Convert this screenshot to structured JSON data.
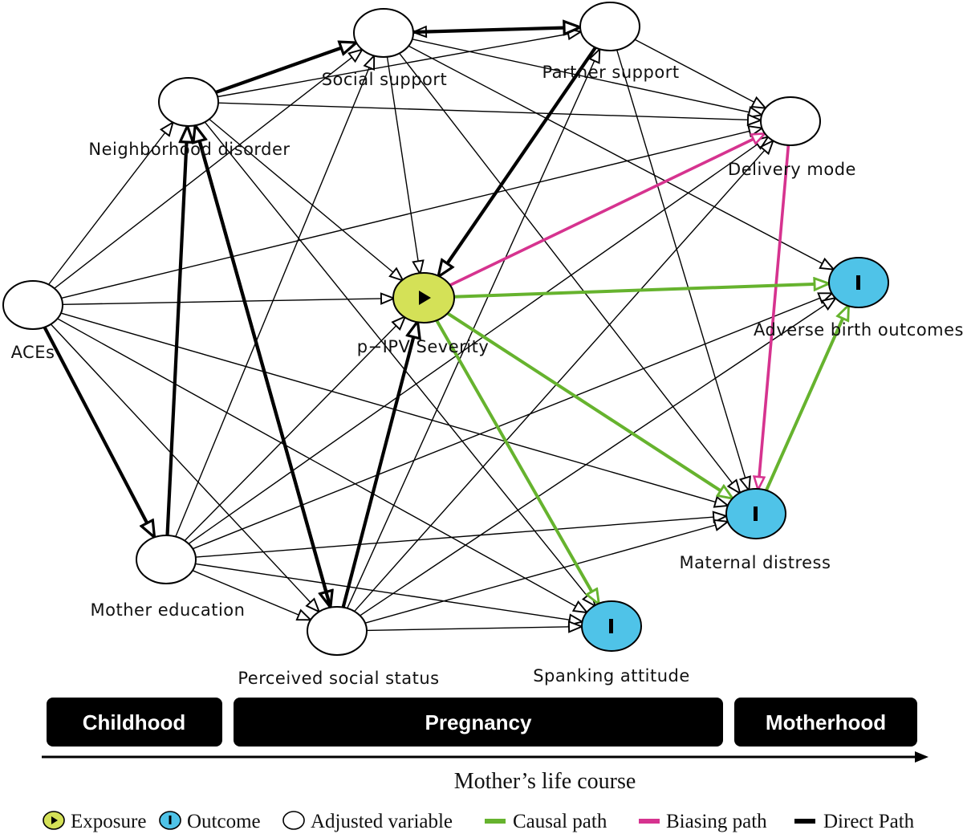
{
  "colors": {
    "exposure": "#d4e157",
    "outcome": "#4fc3e8",
    "adjusted": "#ffffff",
    "causal": "#66b32e",
    "biasing": "#d6338f",
    "direct": "#000000",
    "phase_bg": "#000000"
  },
  "nodes": [
    {
      "id": "social",
      "label": "Social support",
      "kind": "adjusted"
    },
    {
      "id": "partner",
      "label": "Partner support",
      "kind": "adjusted"
    },
    {
      "id": "neighborhood",
      "label": "Neighborhood disorder",
      "kind": "adjusted"
    },
    {
      "id": "delivery",
      "label": "Delivery mode",
      "kind": "adjusted"
    },
    {
      "id": "aces",
      "label": "ACEs",
      "kind": "adjusted"
    },
    {
      "id": "pipv",
      "label": "p−IPV Severity",
      "kind": "exposure"
    },
    {
      "id": "adverse",
      "label": "Adverse birth outcomes",
      "kind": "outcome"
    },
    {
      "id": "maternal",
      "label": "Maternal distress",
      "kind": "outcome"
    },
    {
      "id": "mothered",
      "label": "Mother education",
      "kind": "adjusted"
    },
    {
      "id": "perceived",
      "label": "Perceived social status",
      "kind": "adjusted"
    },
    {
      "id": "spanking",
      "label": "Spanking attitude",
      "kind": "outcome"
    }
  ],
  "edges": [
    {
      "from": "neighborhood",
      "to": "social",
      "type": "direct"
    },
    {
      "from": "social",
      "to": "partner",
      "type": "direct"
    },
    {
      "from": "partner",
      "to": "pipv",
      "type": "direct"
    },
    {
      "from": "aces",
      "to": "mothered",
      "type": "direct"
    },
    {
      "from": "mothered",
      "to": "neighborhood",
      "type": "direct"
    },
    {
      "from": "neighborhood",
      "to": "perceived",
      "type": "direct"
    },
    {
      "from": "perceived",
      "to": "neighborhood",
      "type": "direct"
    },
    {
      "from": "perceived",
      "to": "pipv",
      "type": "direct"
    },
    {
      "from": "pipv",
      "to": "adverse",
      "type": "causal"
    },
    {
      "from": "pipv",
      "to": "maternal",
      "type": "causal"
    },
    {
      "from": "pipv",
      "to": "spanking",
      "type": "causal"
    },
    {
      "from": "maternal",
      "to": "adverse",
      "type": "causal"
    },
    {
      "from": "pipv",
      "to": "delivery",
      "type": "biasing"
    },
    {
      "from": "delivery",
      "to": "maternal",
      "type": "biasing"
    },
    {
      "from": "social",
      "to": "pipv",
      "type": "adjusted"
    },
    {
      "from": "social",
      "to": "delivery",
      "type": "adjusted"
    },
    {
      "from": "social",
      "to": "adverse",
      "type": "adjusted"
    },
    {
      "from": "social",
      "to": "maternal",
      "type": "adjusted"
    },
    {
      "from": "partner",
      "to": "delivery",
      "type": "adjusted"
    },
    {
      "from": "partner",
      "to": "maternal",
      "type": "adjusted"
    },
    {
      "from": "partner",
      "to": "social",
      "type": "adjusted"
    },
    {
      "from": "neighborhood",
      "to": "delivery",
      "type": "adjusted"
    },
    {
      "from": "neighborhood",
      "to": "pipv",
      "type": "adjusted"
    },
    {
      "from": "neighborhood",
      "to": "spanking",
      "type": "adjusted"
    },
    {
      "from": "neighborhood",
      "to": "partner",
      "type": "adjusted"
    },
    {
      "from": "aces",
      "to": "pipv",
      "type": "adjusted"
    },
    {
      "from": "aces",
      "to": "neighborhood",
      "type": "adjusted"
    },
    {
      "from": "aces",
      "to": "social",
      "type": "adjusted"
    },
    {
      "from": "aces",
      "to": "delivery",
      "type": "adjusted"
    },
    {
      "from": "aces",
      "to": "maternal",
      "type": "adjusted"
    },
    {
      "from": "aces",
      "to": "spanking",
      "type": "adjusted"
    },
    {
      "from": "aces",
      "to": "perceived",
      "type": "adjusted"
    },
    {
      "from": "mothered",
      "to": "social",
      "type": "adjusted"
    },
    {
      "from": "mothered",
      "to": "pipv",
      "type": "adjusted"
    },
    {
      "from": "mothered",
      "to": "adverse",
      "type": "adjusted"
    },
    {
      "from": "mothered",
      "to": "maternal",
      "type": "adjusted"
    },
    {
      "from": "mothered",
      "to": "spanking",
      "type": "adjusted"
    },
    {
      "from": "mothered",
      "to": "perceived",
      "type": "adjusted"
    },
    {
      "from": "mothered",
      "to": "delivery",
      "type": "adjusted"
    },
    {
      "from": "perceived",
      "to": "maternal",
      "type": "adjusted"
    },
    {
      "from": "perceived",
      "to": "spanking",
      "type": "adjusted"
    },
    {
      "from": "perceived",
      "to": "adverse",
      "type": "adjusted"
    },
    {
      "from": "perceived",
      "to": "delivery",
      "type": "adjusted"
    },
    {
      "from": "perceived",
      "to": "partner",
      "type": "adjusted"
    }
  ],
  "phases": [
    "Childhood",
    "Pregnancy",
    "Motherhood"
  ],
  "axis_label": "Mother’s life course",
  "legend": {
    "exposure": "Exposure",
    "outcome": "Outcome",
    "adjusted": "Adjusted variable",
    "causal": "Causal path",
    "biasing": "Biasing path",
    "direct": "Direct Path"
  }
}
